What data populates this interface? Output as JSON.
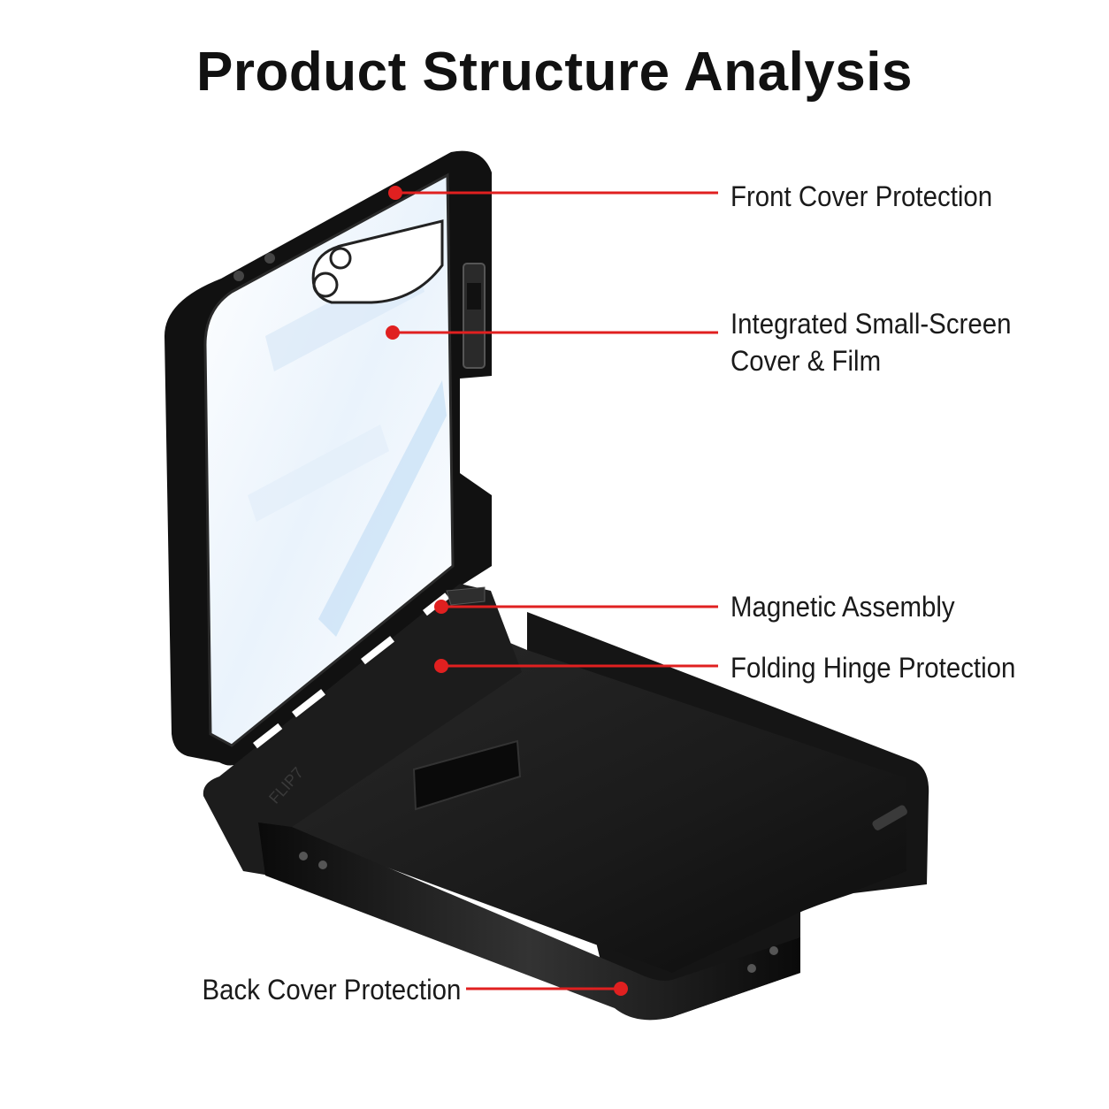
{
  "title": "Product Structure Analysis",
  "accent_color": "#e02020",
  "product_color": "#111111",
  "film_tint": "#cfe4f7",
  "embossed_text": "FLIP7",
  "callouts": [
    {
      "id": "front-cover",
      "lines": [
        "Front Cover Protection"
      ]
    },
    {
      "id": "small-screen",
      "lines": [
        "Integrated Small-Screen",
        "Cover & Film"
      ]
    },
    {
      "id": "magnetic",
      "lines": [
        "Magnetic Assembly"
      ]
    },
    {
      "id": "hinge",
      "lines": [
        "Folding Hinge Protection"
      ]
    },
    {
      "id": "back-cover",
      "lines": [
        "Back Cover Protection"
      ]
    }
  ]
}
